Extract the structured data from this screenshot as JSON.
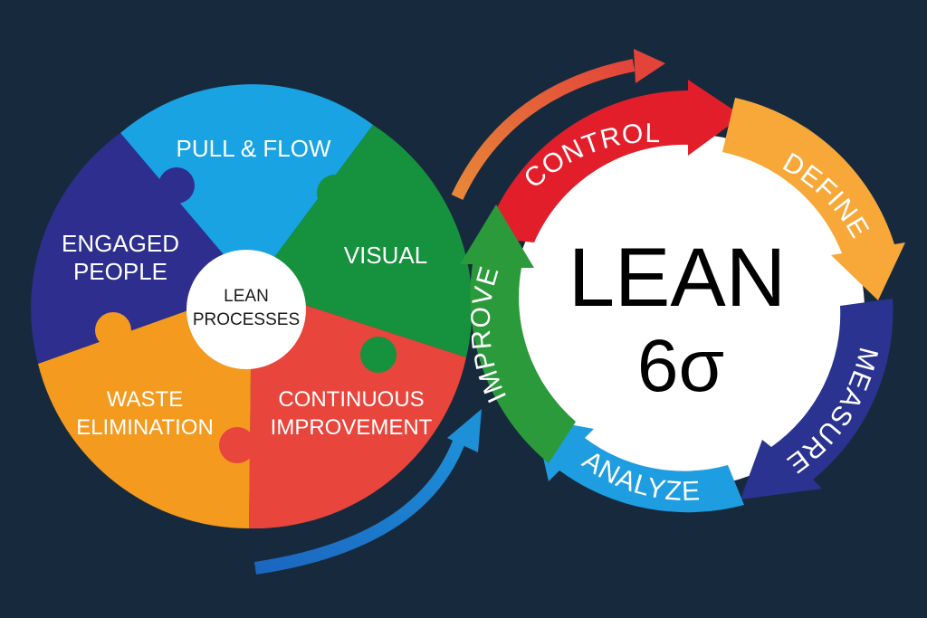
{
  "lean_circle": {
    "center_label": [
      "LEAN",
      "PROCESSES"
    ],
    "segments": [
      {
        "key": "pull",
        "label": [
          "PULL & FLOW"
        ],
        "color": "#1aa3e3"
      },
      {
        "key": "visual",
        "label": [
          "VISUAL"
        ],
        "color": "#16913d"
      },
      {
        "key": "continuous",
        "label": [
          "CONTINUOUS",
          "IMPROVEMENT"
        ],
        "color": "#e8453c"
      },
      {
        "key": "waste",
        "label": [
          "WASTE",
          "ELIMINATION"
        ],
        "color": "#f39a1f"
      },
      {
        "key": "engaged",
        "label": [
          "ENGAGED",
          "PEOPLE"
        ],
        "color": "#2e2e8f"
      }
    ]
  },
  "six_sigma_cycle": {
    "center_title": "LEAN",
    "center_subtitle": "6σ",
    "phases": [
      {
        "key": "control",
        "label": "CONTROL",
        "color": "#e31e2b"
      },
      {
        "key": "define",
        "label": "DEFINE",
        "color": "#f7a838"
      },
      {
        "key": "measure",
        "label": "MEASURE",
        "color": "#2a3390"
      },
      {
        "key": "analyze",
        "label": "ANALYZE",
        "color": "#1e9de0"
      },
      {
        "key": "improve",
        "label": "IMPROVE",
        "color": "#2a9a3a"
      }
    ]
  },
  "connectors": {
    "top_arrow_color": "#e2573a",
    "bottom_arrow_color": "#1f73c9"
  }
}
